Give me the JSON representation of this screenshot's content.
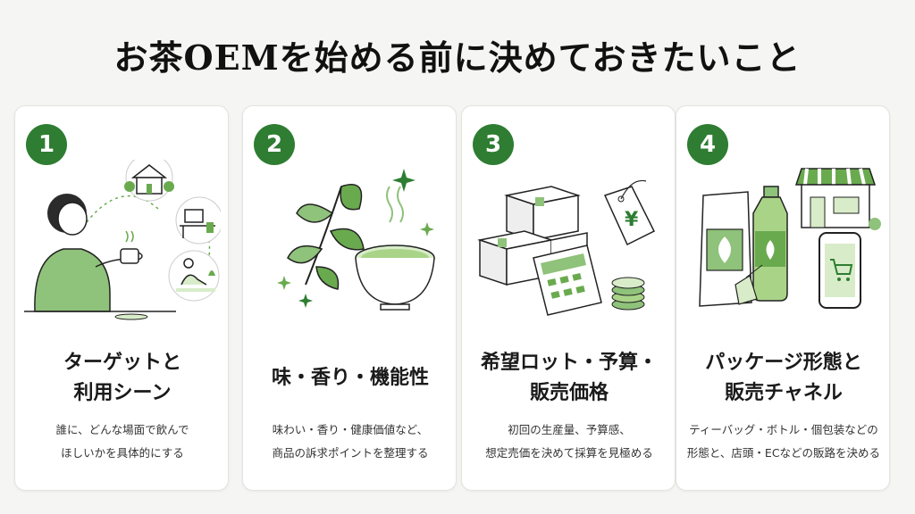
{
  "title": "お茶OEMを始める前に決めておきたいこと",
  "colors": {
    "accent": "#2e7d32",
    "leaf": "#6aaa4f",
    "light_green": "#d8ecc9"
  },
  "cards": [
    {
      "number": "1",
      "title_lines": [
        "ターゲットと",
        "利用シーン"
      ],
      "desc_lines": [
        "誰に、どんな場面で飲んで",
        "ほしいかを具体的にする"
      ],
      "icons": [
        "person-drinking-tea-icon",
        "house-icon",
        "desk-icon",
        "person-relaxing-icon"
      ]
    },
    {
      "number": "2",
      "title_lines": [
        "味・香り・機能性"
      ],
      "desc_lines": [
        "味わい・香り・健康価値など、",
        "商品の訴求ポイントを整理する"
      ],
      "icons": [
        "tea-leaves-icon",
        "tea-bowl-icon",
        "sparkle-icon"
      ]
    },
    {
      "number": "3",
      "title_lines": [
        "希望ロット・予算・",
        "販売価格"
      ],
      "desc_lines": [
        "初回の生産量、予算感、",
        "想定売価を決めて採算を見極める"
      ],
      "icons": [
        "boxes-icon",
        "price-tag-icon",
        "calculator-icon",
        "coins-icon"
      ],
      "price_symbol": "¥"
    },
    {
      "number": "4",
      "title_lines": [
        "パッケージ形態と",
        "販売チャネル"
      ],
      "desc_lines": [
        "ティーバッグ・ボトル・個包装などの",
        "形態と、店頭・ECなどの販路を決める"
      ],
      "icons": [
        "tea-pouch-icon",
        "tea-bottle-icon",
        "storefront-icon",
        "smartphone-cart-icon",
        "tea-bag-icon"
      ]
    }
  ]
}
